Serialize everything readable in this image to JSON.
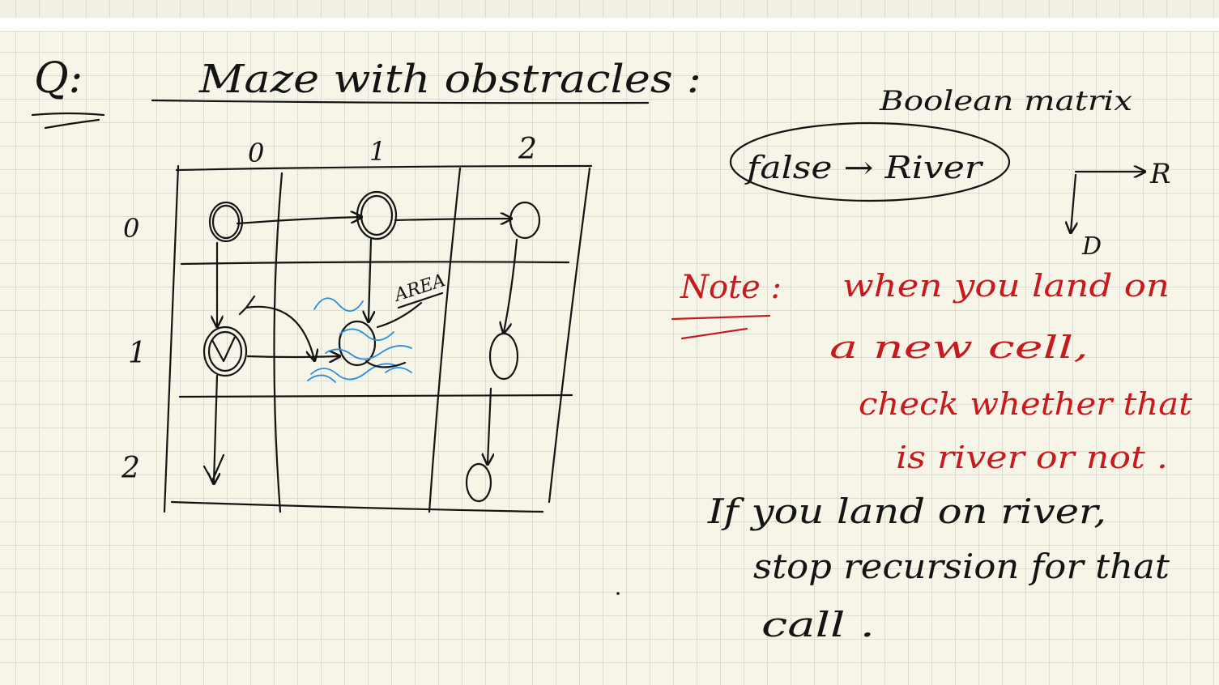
{
  "title": {
    "marker": "Q:",
    "text": "Maze with obstracles :"
  },
  "grid": {
    "column_labels": [
      "0",
      "1",
      "2"
    ],
    "row_labels": [
      "0",
      "1",
      "2"
    ],
    "river_label": "AREA"
  },
  "legend": {
    "heading": "Boolean matrix",
    "mapping": "false → River",
    "right_label": "R",
    "down_label": "D"
  },
  "note": {
    "label": "Note :",
    "lines": [
      "when you land on",
      "a new cell,",
      "check whether that",
      "is river or not ."
    ]
  },
  "rule": {
    "lines": [
      "If you land on river,",
      "stop recursion for that",
      "call ."
    ]
  },
  "colors": {
    "ink": "#141414",
    "red": "#c8191d",
    "blue": "#2a8fe0",
    "paper": "#f7f5e8",
    "gridline": "#dcddd2"
  }
}
